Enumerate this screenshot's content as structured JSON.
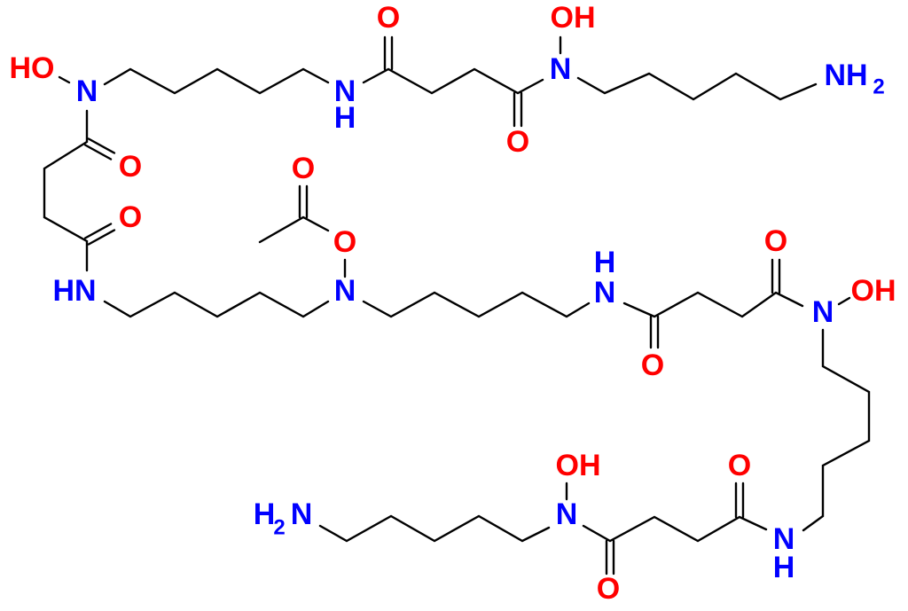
{
  "colors": {
    "oxygen": "#ff0000",
    "nitrogen": "#0000ff",
    "bond": "#000000"
  },
  "atoms": {
    "ho_top_left": "HO",
    "n_top_left": "N",
    "nh_top_n": "N",
    "nh_top_h": "H",
    "o_top_1": "O",
    "o_top_2": "O",
    "n_top_right": "N",
    "oh_top_right": "OH",
    "nh2_top": "NH",
    "nh2_top_sub": "2",
    "o_left_1": "O",
    "o_left_2": "O",
    "hn_left": "HN",
    "n_center": "N",
    "o_center_ester": "O",
    "o_acetyl": "O",
    "nh_mid_n": "N",
    "nh_mid_h": "H",
    "o_mid_1": "O",
    "o_mid_2": "O",
    "n_mid_right": "N",
    "oh_mid_right": "OH",
    "nh_bottom_n": "N",
    "nh_bottom_h": "H",
    "o_bottom_1": "O",
    "o_bottom_2": "O",
    "n_bottom": "N",
    "oh_bottom": "OH",
    "h2n_h": "H",
    "h2n_sub": "2",
    "h2n_n": "N"
  }
}
